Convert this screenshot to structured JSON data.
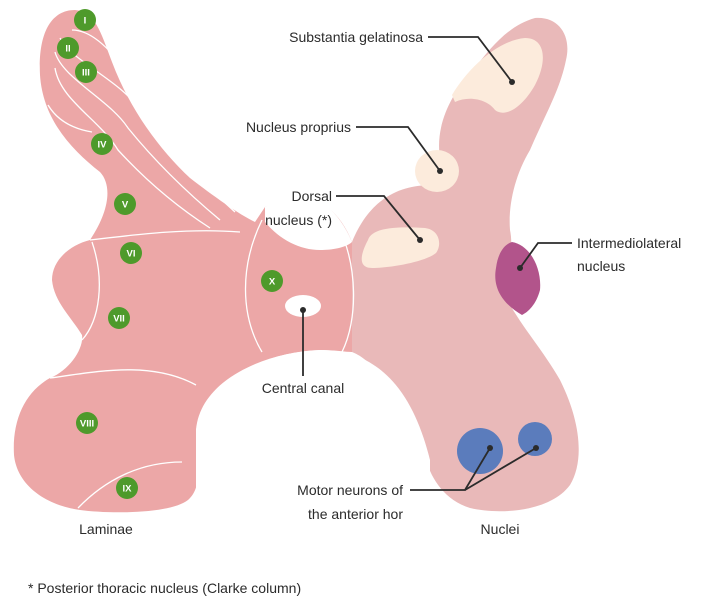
{
  "labels": {
    "substantia_gelatinosa": "Substantia gelatinosa",
    "nucleus_proprius": "Nucleus proprius",
    "dorsal_nucleus_line1": "Dorsal",
    "dorsal_nucleus_line2": "nucleus (*)",
    "intermediolateral_line1": "Intermediolateral",
    "intermediolateral_line2": "nucleus",
    "central_canal": "Central canal",
    "motor_neurons_line1": "Motor neurons of",
    "motor_neurons_line2": "the anterior hor",
    "laminae": "Laminae",
    "nuclei": "Nuclei",
    "footnote": "* Posterior thoracic nucleus (Clarke column)"
  },
  "laminae_numbers": [
    "I",
    "II",
    "III",
    "IV",
    "V",
    "VI",
    "VII",
    "VIII",
    "IX",
    "X"
  ],
  "colors": {
    "left_half": "#eca7a7",
    "right_half": "#e9b9b9",
    "lamina_marker": "#4e9a2b",
    "nucleus_light": "#fcebdc",
    "intermediolateral": "#b2548b",
    "motor_neurons": "#5b7cbc"
  }
}
